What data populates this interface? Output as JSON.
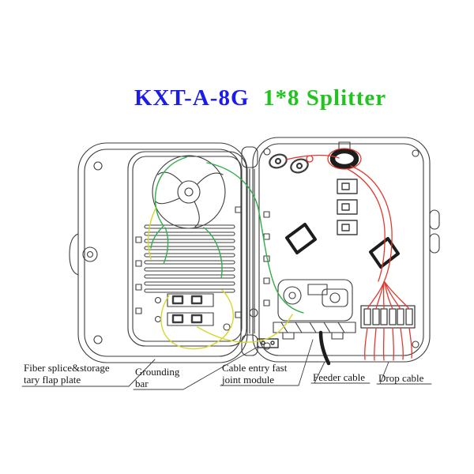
{
  "title": {
    "model": "KXT-A-8G",
    "product": "1*8 Splitter"
  },
  "colors": {
    "title_model": "#1c1ce8",
    "title_product": "#21c41e",
    "fiber_green": "#2fae4a",
    "fiber_yellow": "#d6d62e",
    "fiber_red": "#e03a2f",
    "outline": "#3d3d3d",
    "dark": "#1d1d1d"
  },
  "labels": {
    "flap_plate": {
      "line1": "Fiber splice&storage",
      "line2": "tary flap plate"
    },
    "grounding_bar": {
      "line1": "Grounding",
      "line2": "bar"
    },
    "cable_entry": {
      "line1": "Cable entry fast",
      "line2": "joint module"
    },
    "feeder_cable": {
      "line1": "Feeder cable"
    },
    "drop_cable": {
      "line1": "Drop cable"
    }
  }
}
